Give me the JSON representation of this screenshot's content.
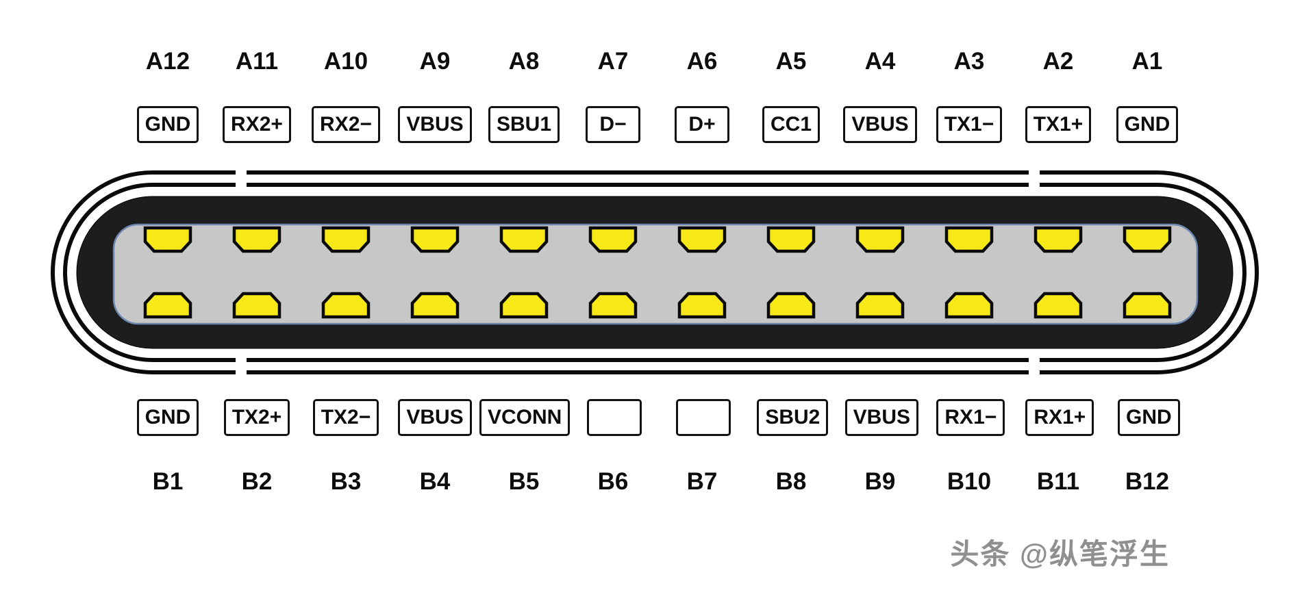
{
  "pinout": {
    "top_pins": [
      "A12",
      "A11",
      "A10",
      "A9",
      "A8",
      "A7",
      "A6",
      "A5",
      "A4",
      "A3",
      "A2",
      "A1"
    ],
    "top_signals": [
      "GND",
      "RX2+",
      "RX2−",
      "VBUS",
      "SBU1",
      "D−",
      "D+",
      "CC1",
      "VBUS",
      "TX1−",
      "TX1+",
      "GND"
    ],
    "bottom_signals": [
      "GND",
      "TX2+",
      "TX2−",
      "VBUS",
      "VCONN",
      "",
      "",
      "SBU2",
      "VBUS",
      "RX1−",
      "RX1+",
      "GND"
    ],
    "bottom_pins": [
      "B1",
      "B2",
      "B3",
      "B4",
      "B5",
      "B6",
      "B7",
      "B8",
      "B9",
      "B10",
      "B11",
      "B12"
    ]
  },
  "watermark": {
    "text": "头条 @纵笔浮生"
  },
  "colors": {
    "pin_yellow": "#f7e817",
    "shell_black": "#1d1d1d",
    "tongue_gray": "#c7c7c7",
    "tongue_edge": "#6b87b0"
  }
}
